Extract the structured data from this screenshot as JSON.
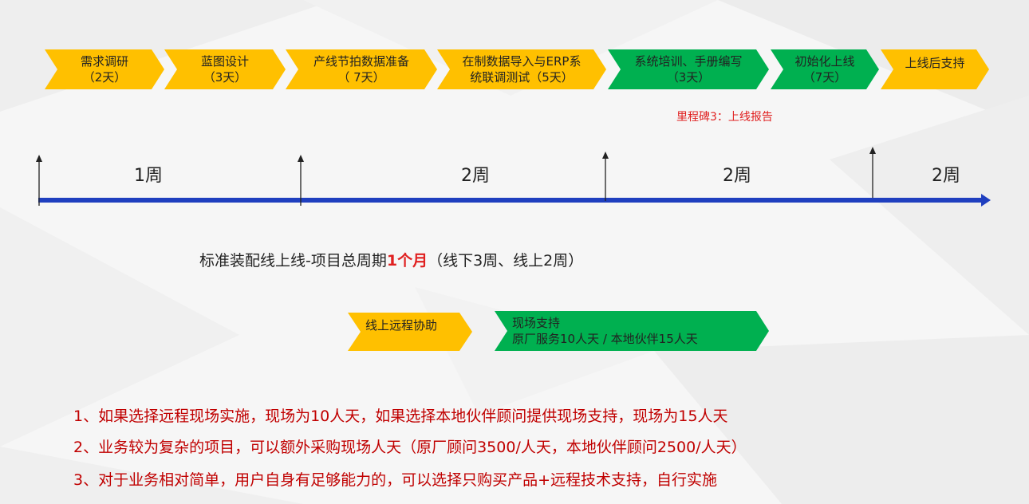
{
  "phases": [
    {
      "line1": "需求调研",
      "line2": "（2天）",
      "color": "yellow"
    },
    {
      "line1": "蓝图设计",
      "line2": "（3天）",
      "color": "yellow"
    },
    {
      "line1": "产线节拍数据准备",
      "line2": "（ 7天）",
      "color": "yellow"
    },
    {
      "line1": "在制数据导入与ERP系",
      "line2": "统联调测试（5天）",
      "color": "yellow"
    },
    {
      "line1": "系统培训、手册编写",
      "line2": "（3天）",
      "color": "green"
    },
    {
      "line1": "初始化上线",
      "line2": "（7天）",
      "color": "green"
    },
    {
      "line1": "上线后支持",
      "line2": "",
      "color": "yellow"
    }
  ],
  "milestone": "里程碑3：上线报告",
  "weeks": [
    "1周",
    "2周",
    "2周",
    "2周"
  ],
  "summary": {
    "prefix": "标准装配线上线-项目总周期",
    "highlight": "1个月",
    "suffix": "（线下3周、线上2周）"
  },
  "support": {
    "remote": "线上远程协助",
    "onsite_line1": "现场支持",
    "onsite_line2": "原厂服务10人天 / 本地伙伴15人天"
  },
  "notes": [
    "1、如果选择远程现场实施，现场为10人天，如果选择本地伙伴顾问提供现场支持，现场为15人天",
    "2、业务较为复杂的项目，可以额外采购现场人天（原厂顾问3500/人天，本地伙伴顾问2500/人天）",
    "3、对于业务相对简单，用户自身有足够能力的，可以选择只购买产品+远程技术支持，自行实施"
  ],
  "colors": {
    "yellow": "#ffc000",
    "green": "#00b050",
    "timeline": "#1f3fbf",
    "highlight": "#e02020",
    "notes": "#c00000"
  }
}
